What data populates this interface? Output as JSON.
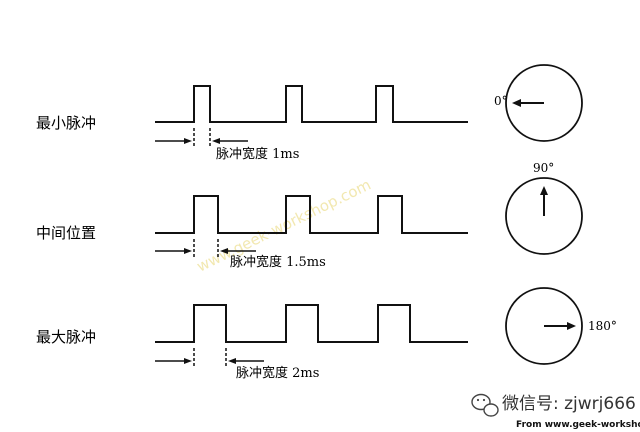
{
  "rows": [
    {
      "label": "最小脉冲",
      "width_label": "脉冲宽度 1ms",
      "pulse_ms": 1,
      "angle_label": "0°",
      "angle_deg": 0
    },
    {
      "label": "中间位置",
      "width_label": "脉冲宽度 1.5ms",
      "pulse_ms": 1.5,
      "angle_label": "90°",
      "angle_deg": 90
    },
    {
      "label": "最大脉冲",
      "width_label": "脉冲宽度 2ms",
      "pulse_ms": 2,
      "angle_label": "180°",
      "angle_deg": 180
    }
  ],
  "watermark": {
    "diagonal_text": "www.geek-workshop.com",
    "account": "微信号: zjwrj666",
    "url_line": "From www.geek-workshop.com"
  },
  "colors": {
    "line": "#111111",
    "watermark": "#f2e8b0"
  }
}
